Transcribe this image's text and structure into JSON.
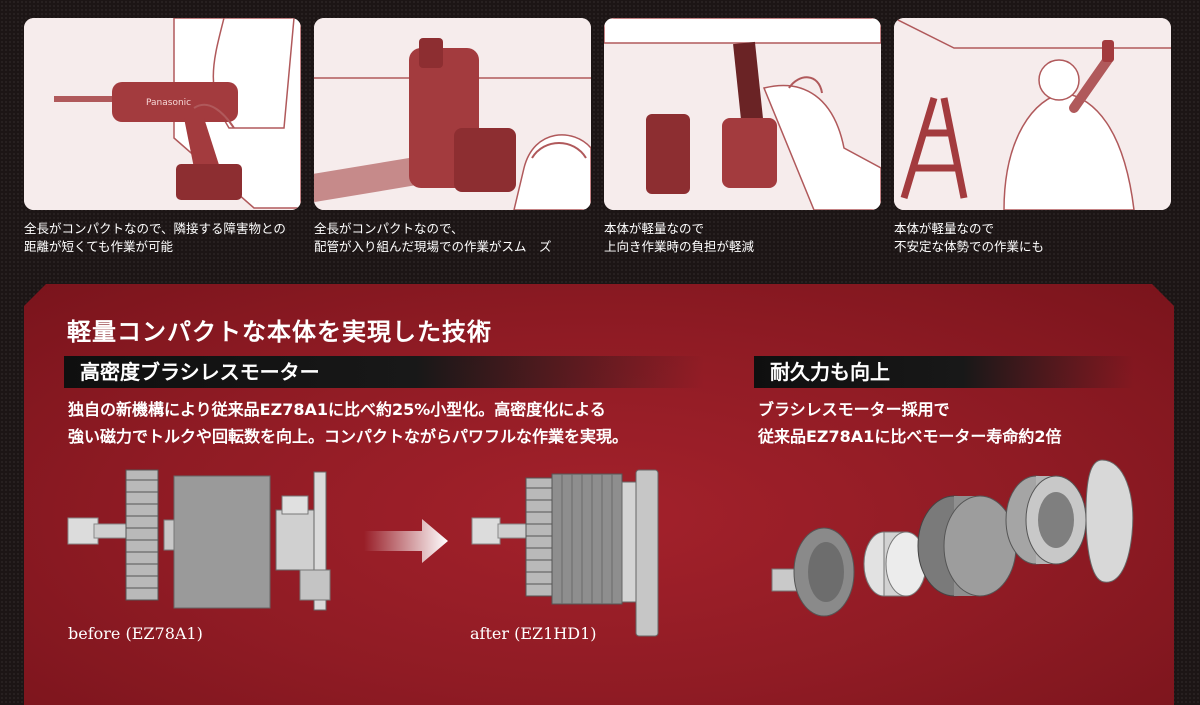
{
  "panels": [
    {
      "caption_line1": "全長がコンパクトなので、隣接する障害物との",
      "caption_line2": "距離が短くても作業が可能",
      "brand": "Panasonic"
    },
    {
      "caption_line1": "全長がコンパクトなので、",
      "caption_line2": "配管が入り組んだ現場での作業がスム　ズ"
    },
    {
      "caption_line1": "本体が軽量なので",
      "caption_line2": "上向き作業時の負担が軽減"
    },
    {
      "caption_line1": "本体が軽量なので",
      "caption_line2": "不安定な体勢での作業にも"
    }
  ],
  "feature": {
    "title": "軽量コンパクトな本体を実現した技術",
    "left": {
      "heading": "高密度ブラシレスモーター",
      "line1": "独自の新機構により従来品EZ78A1に比べ約25%小型化。高密度化による",
      "line2": "強い磁力でトルクや回転数を向上。コンパクトながらパワフルな作業を実現。",
      "before_label": "before (EZ78A1)",
      "after_label": "after (EZ1HD1)"
    },
    "right": {
      "heading": "耐久力も向上",
      "line1": "ブラシレスモーター採用で",
      "line2": "従来品EZ78A1に比べモーター寿命約2倍"
    }
  },
  "colors": {
    "accent_red": "#9a1e27",
    "panel_bg": "#f6ecec",
    "line_art": "#b0595b"
  }
}
